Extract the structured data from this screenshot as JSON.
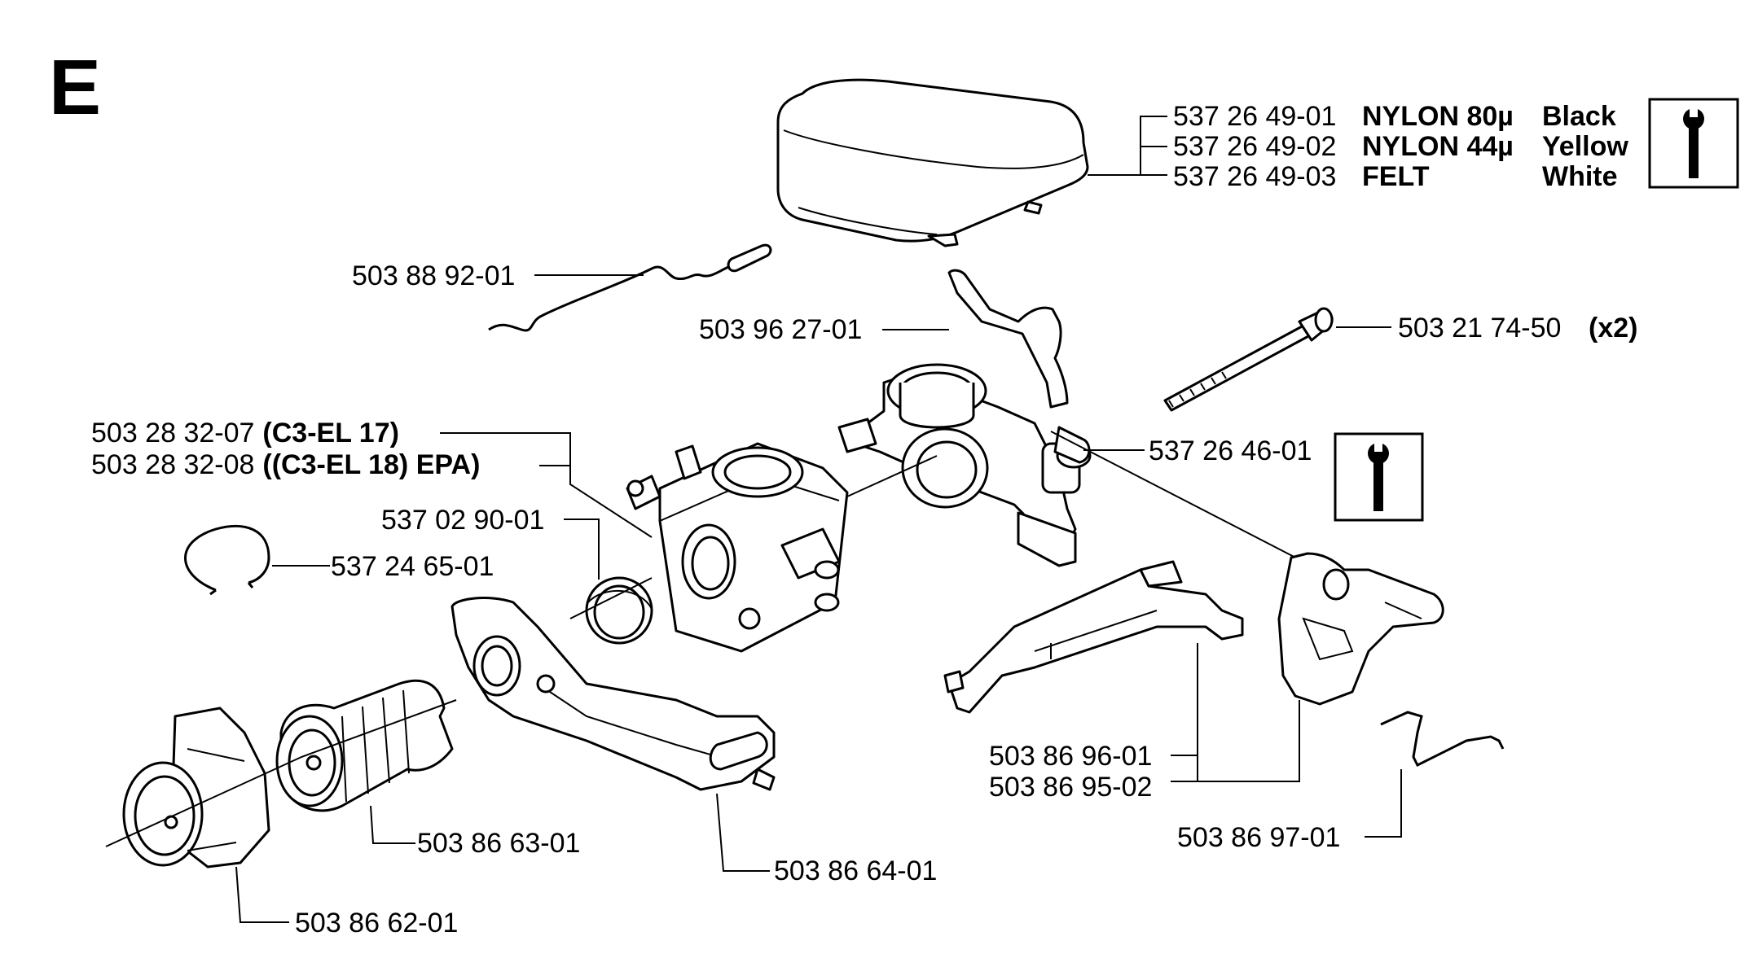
{
  "section_letter": "E",
  "labels": {
    "filter_1": {
      "pn": "537 26 49-01",
      "desc": "NYLON 80µ",
      "color": "Black"
    },
    "filter_2": {
      "pn": "537 26 49-02",
      "desc": "NYLON 44µ",
      "color": "Yellow"
    },
    "filter_3": {
      "pn": "537 26 49-03",
      "desc": "FELT",
      "color": "White"
    },
    "rod": {
      "pn": "503 88 92-01"
    },
    "holder": {
      "pn": "503 96 27-01"
    },
    "screw": {
      "pn": "503 21 74-50",
      "qty": "(x2)"
    },
    "carb_1": {
      "pn": "503 28 32-07",
      "desc": "(C3-EL 17)"
    },
    "carb_2": {
      "pn": "503 28 32-08",
      "desc": "((C3-EL 18) EPA)"
    },
    "adapter": {
      "pn": "537 26 46-01"
    },
    "ring": {
      "pn": "537 02 90-01"
    },
    "circlip": {
      "pn": "537 24 65-01"
    },
    "lever_1": {
      "pn": "503 86 96-01"
    },
    "lever_2": {
      "pn": "503 86 95-02"
    },
    "spring": {
      "pn": "503 86 97-01"
    },
    "intake": {
      "pn": "503 86 63-01"
    },
    "bracket": {
      "pn": "503 86 64-01"
    },
    "flange": {
      "pn": "503 86 62-01"
    }
  },
  "tool_icons": [
    "wrench-tool-icon",
    "wrench-tool-icon"
  ]
}
